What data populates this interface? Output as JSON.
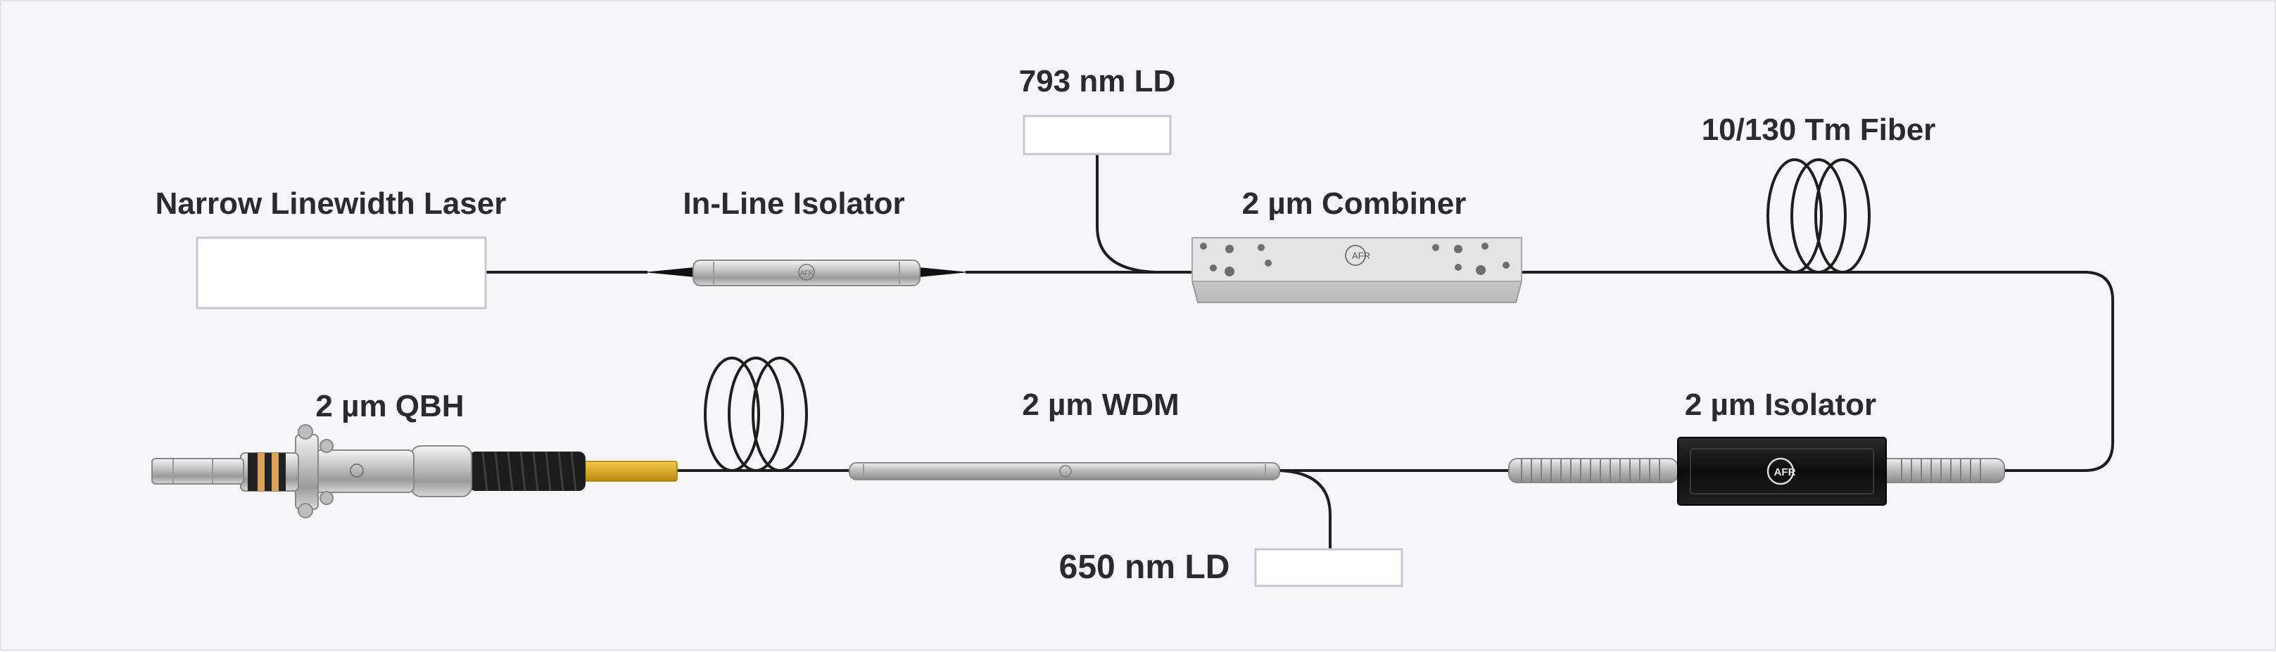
{
  "labels": {
    "ld_793": "793 nm LD",
    "tm_fiber": "10/130 Tm Fiber",
    "seed_laser": "Narrow Linewidth Laser",
    "inline_isolator": "In-Line Isolator",
    "combiner": "2 µm Combiner",
    "qbh": "2 µm QBH",
    "wdm": "2 µm WDM",
    "isolator_2um": "2 µm Isolator",
    "ld_650": "650 nm LD"
  },
  "logos": {
    "brand": "AFR"
  },
  "colors": {
    "fiber": "#1e1e1e",
    "box_outline": "#c8c8cc",
    "label_text": "#2b2b2d",
    "yellow_jacket": "#d9a918",
    "qbh_spring": "#222222",
    "qbh_band": "#d9a15a",
    "isolator_body": "#161616"
  }
}
